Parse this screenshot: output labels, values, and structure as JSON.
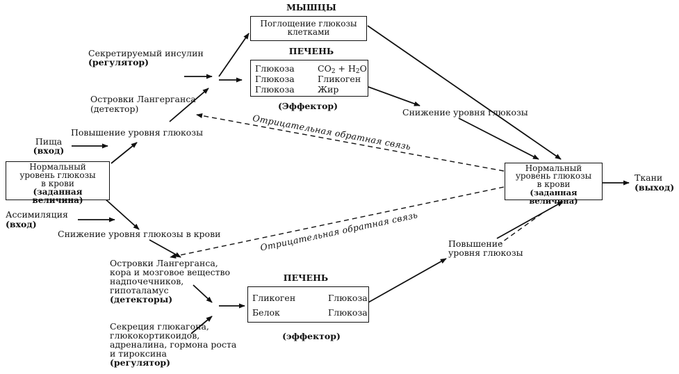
{
  "muscles": {
    "title": "МЫШЦЫ",
    "box_line1": "Поглощение глюкозы",
    "box_line2": "клетками"
  },
  "insulin": {
    "line1": "Секретируемый инсулин",
    "line2": "(регулятор)"
  },
  "liver_top": {
    "title": "ПЕЧЕНЬ",
    "row1_left": "Глюкоза",
    "row1_co": "CO",
    "row1_co_sub": "2",
    "row1_plus": " + H",
    "row1_h_sub": "2",
    "row1_o": "O",
    "row2_left": "Глюкоза",
    "row2_right": "Гликоген",
    "row3_left": "Глюкоза",
    "row3_right": "Жир",
    "effector": "(Эффектор)"
  },
  "islets_top": {
    "line1": "Островки Лангерганса",
    "line2": "(детектор)"
  },
  "decrease_glucose": "Снижение уровня глюкозы",
  "neg_feedback_top": "Отрицательная обратная связь",
  "increase_glucose_top": "Повышение уровня глюкозы",
  "food": {
    "line1": "Пища",
    "line2": "(вход)"
  },
  "normal_left": {
    "line1": "Нормальный",
    "line2": "уровень глюкозы",
    "line3": "в крови",
    "line4": "(заданная величина)"
  },
  "normal_right": {
    "line1": "Нормальный",
    "line2": "уровень глюкозы",
    "line3": "в крови",
    "line4": "(заданная величина)"
  },
  "tissues": {
    "line1": "Ткани",
    "line2": "(выход)"
  },
  "assimilation": {
    "line1": "Ассимиляция",
    "line2": "(вход)"
  },
  "decrease_blood": "Снижение уровня глюкозы в крови",
  "neg_feedback_bottom": "Отрицательная обратная связь",
  "increase_bottom": {
    "line1": "Повышение",
    "line2": "уровня глюкозы"
  },
  "detectors": {
    "line1": "Островки Лангерганса,",
    "line2": "кора и мозговое вещество",
    "line3": "надпочечников,",
    "line4": "гипоталамус",
    "line5": "(детекторы)"
  },
  "liver_bottom": {
    "title": "ПЕЧЕНЬ",
    "row1_left": "Гликоген",
    "row1_right": "Глюкоза",
    "row2_left": "Белок",
    "row2_right": "Глюкоза",
    "effector": "(эффектор)"
  },
  "secretion": {
    "line1": "Секреция глюкагона,",
    "line2": "глюкокортикоидов,",
    "line3": "адреналина, гормона роста",
    "line4": "и тироксина",
    "line5": "(регулятор)"
  }
}
